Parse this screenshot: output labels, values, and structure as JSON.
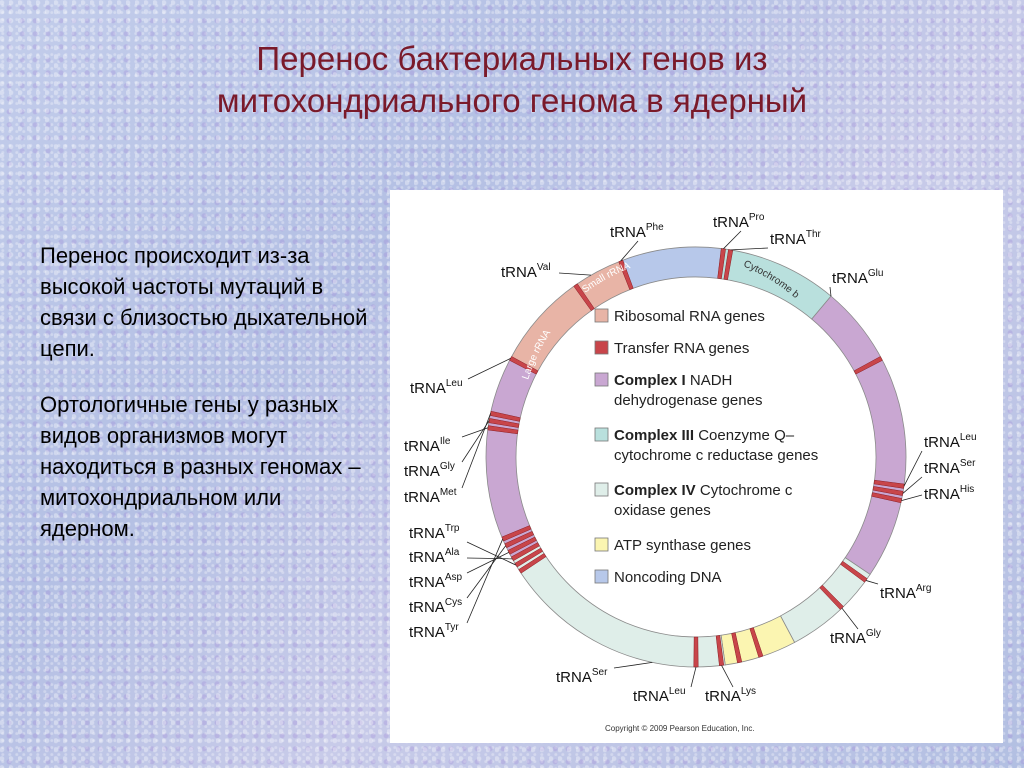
{
  "title": {
    "line1": "Перенос бактериальных генов из",
    "line2": "митохондриального генома в ядерный"
  },
  "body": {
    "paragraph1": "Перенос происходит из-за высокой частоты мутаций в связи с близостью дыхательной цепи.",
    "paragraph2": "Ортологичные гены у разных видов организмов могут находиться в разных геномах – митохондриальном или ядерном."
  },
  "diagram": {
    "colors": {
      "ribosomal": "#e8b4a6",
      "trna": "#c8454a",
      "complex1": "#c9a7d2",
      "complex3": "#b9e0dd",
      "complex4": "#dfeee9",
      "atp": "#fbf5b1",
      "noncoding": "#b7c8ea"
    },
    "arc_labels": {
      "large_rrna": "Large rRNA",
      "small_rrna": "Small rRNA",
      "cytochrome_b": "Cytochrome b"
    },
    "legend": [
      {
        "key": "ribosomal",
        "line1": "Ribosomal RNA genes",
        "bold": "",
        "line2": ""
      },
      {
        "key": "trna",
        "line1": "Transfer RNA genes",
        "bold": "",
        "line2": ""
      },
      {
        "key": "complex1",
        "bold": "Complex I",
        "line1": " NADH",
        "line2": "dehydrogenase genes"
      },
      {
        "key": "complex3",
        "bold": "Complex III",
        "line1": " Coenzyme Q–",
        "line2": "cytochrome c reductase genes"
      },
      {
        "key": "complex4",
        "bold": "Complex IV",
        "line1": " Cytochrome c",
        "line2": "oxidase genes"
      },
      {
        "key": "atp",
        "line1": "ATP synthase genes",
        "bold": "",
        "line2": ""
      },
      {
        "key": "noncoding",
        "line1": "Noncoding DNA",
        "bold": "",
        "line2": ""
      }
    ],
    "trna_labels": [
      {
        "base": "tRNA",
        "sup": "Phe"
      },
      {
        "base": "tRNA",
        "sup": "Pro"
      },
      {
        "base": "tRNA",
        "sup": "Thr"
      },
      {
        "base": "tRNA",
        "sup": "Val"
      },
      {
        "base": "tRNA",
        "sup": "Glu"
      },
      {
        "base": "tRNA",
        "sup": "Leu"
      },
      {
        "base": "tRNA",
        "sup": "Ile"
      },
      {
        "base": "tRNA",
        "sup": "Gly"
      },
      {
        "base": "tRNA",
        "sup": "Met"
      },
      {
        "base": "tRNA",
        "sup": "Leu"
      },
      {
        "base": "tRNA",
        "sup": "Ser"
      },
      {
        "base": "tRNA",
        "sup": "His"
      },
      {
        "base": "tRNA",
        "sup": "Trp"
      },
      {
        "base": "tRNA",
        "sup": "Ala"
      },
      {
        "base": "tRNA",
        "sup": "Asp"
      },
      {
        "base": "tRNA",
        "sup": "Cys"
      },
      {
        "base": "tRNA",
        "sup": "Tyr"
      },
      {
        "base": "tRNA",
        "sup": "Arg"
      },
      {
        "base": "tRNA",
        "sup": "Gly"
      },
      {
        "base": "tRNA",
        "sup": "Ser"
      },
      {
        "base": "tRNA",
        "sup": "Leu"
      },
      {
        "base": "tRNA",
        "sup": "Lys"
      }
    ],
    "copyright": "Copyright © 2009 Pearson Education, Inc."
  }
}
